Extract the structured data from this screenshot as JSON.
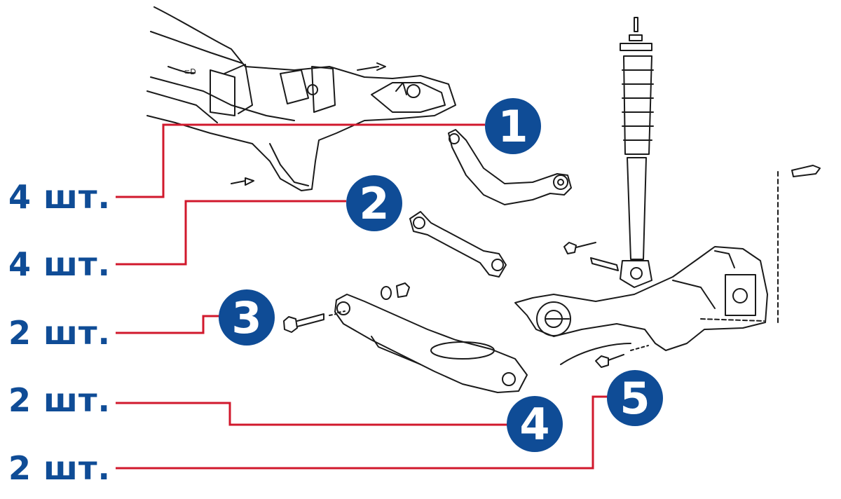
{
  "colors": {
    "callout_line": "#d1182c",
    "badge": "#0f4c96",
    "badge_text": "#ffffff",
    "quantity_text": "#0f4c96",
    "drawing": "#1a1a1a"
  },
  "callouts": [
    {
      "number": "1",
      "quantity": "4 шт."
    },
    {
      "number": "2",
      "quantity": "4 шт."
    },
    {
      "number": "3",
      "quantity": "2 шт."
    },
    {
      "number": "4",
      "quantity": "2 шт."
    },
    {
      "number": "5",
      "quantity": "2 шт."
    }
  ]
}
